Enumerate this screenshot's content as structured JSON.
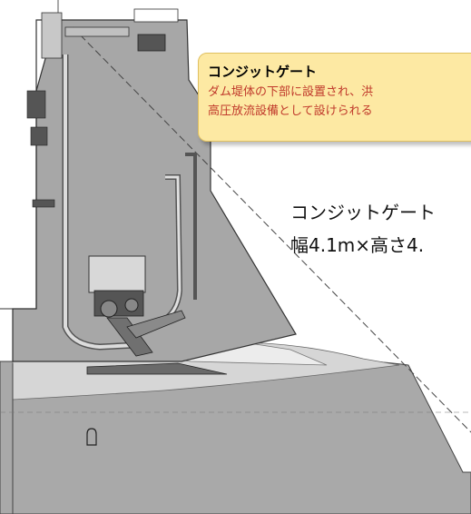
{
  "callout": {
    "title": "コンジットゲート",
    "line1": "ダム堤体の下部に設置され、洪",
    "line2": "高圧放流設備として設けられる"
  },
  "gate_label": {
    "name": "コンジットゲート",
    "size": "幅4.1m×高さ4."
  },
  "colors": {
    "dam_body": "#a7a7a7",
    "dam_light": "#d4d4d4",
    "callout_bg": "#fde9a3",
    "callout_text": "#c0392b"
  }
}
